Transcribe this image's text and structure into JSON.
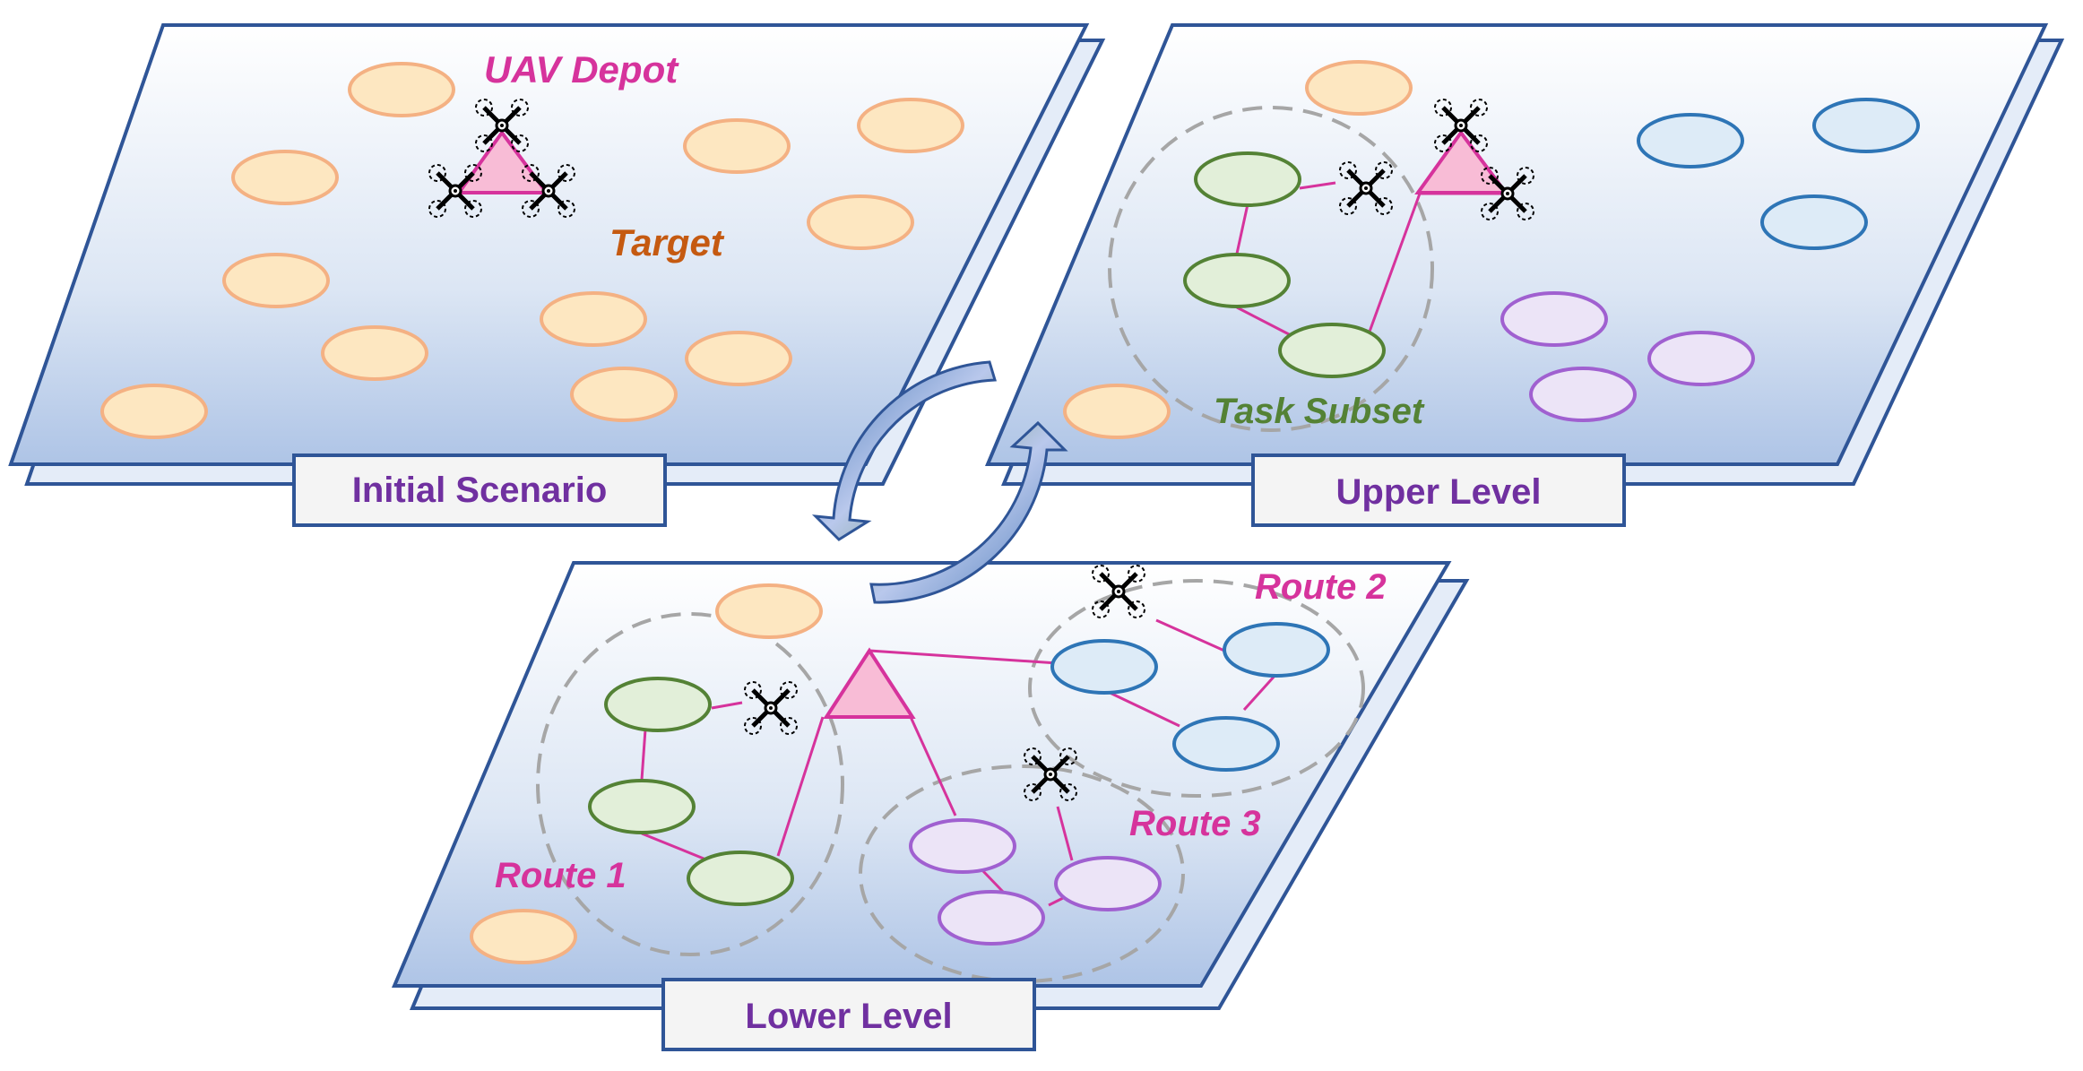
{
  "colors": {
    "panel_border": "#2f5597",
    "label_text": "#7030a0",
    "depot_text": "#d6339c",
    "target_text": "#c55a11",
    "subset_text": "#548235",
    "route_text": "#d6339c",
    "route_line": "#d6339c",
    "depot_fill": "#f8bcd6",
    "orange_stroke": "#f4b183",
    "orange_fill": "#fde7c1",
    "green_stroke": "#548235",
    "green_fill": "#e2efd9",
    "blue_stroke": "#2e75b6",
    "blue_fill": "#ddebf7",
    "purple_stroke": "#a060d0",
    "purple_fill": "#ece4f7",
    "group_circle": "#a6a6a6",
    "cycle_arrow": "#5b7fc0"
  },
  "panels": {
    "initial": {
      "label": "Initial Scenario",
      "depot_label": "UAV Depot",
      "target_label": "Target"
    },
    "upper": {
      "label": "Upper Level",
      "subset_label": "Task Subset"
    },
    "lower": {
      "label": "Lower Level",
      "route1": "Route 1",
      "route2": "Route 2",
      "route3": "Route 3"
    }
  },
  "icons": [
    "uav-drone-icon",
    "depot-triangle-icon",
    "cycle-arrow-icon"
  ]
}
